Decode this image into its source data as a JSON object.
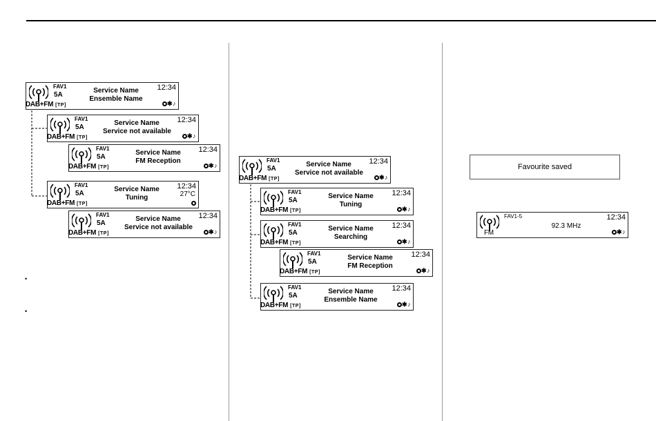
{
  "panels": {
    "p1": {
      "fav": "FAV1",
      "channel": "5A",
      "band": "DAB+FM",
      "tp": "TP",
      "line1": "Service Name",
      "line2": "Ensemble Name",
      "clock": "12:34",
      "icons": "●✱♪"
    },
    "p2": {
      "fav": "FAV1",
      "channel": "5A",
      "band": "DAB+FM",
      "tp": "TP",
      "line1": "Service Name",
      "line2": "Service not available",
      "clock": "12:34"
    },
    "p3": {
      "fav": "FAV1",
      "channel": "5A",
      "band": "DAB+FM",
      "tp": "TP",
      "line1": "Service Name",
      "line2": "FM Reception",
      "clock": "12:34"
    },
    "p4": {
      "fav": "FAV1",
      "channel": "5A",
      "band": "DAB+FM",
      "tp": "TP",
      "line1": "Service Name",
      "line2": "Tuning",
      "clock": "12:34",
      "temp": "27°C"
    },
    "p5": {
      "fav": "FAV1",
      "channel": "5A",
      "band": "DAB+FM",
      "tp": "TP",
      "line1": "Service Name",
      "line2": "Service not available",
      "clock": "12:34"
    },
    "m1": {
      "fav": "FAV1",
      "channel": "5A",
      "band": "DAB+FM",
      "tp": "TP",
      "line1": "Service Name",
      "line2": "Service not available",
      "clock": "12:34"
    },
    "m2": {
      "fav": "FAV1",
      "channel": "5A",
      "band": "DAB+FM",
      "tp": "TP",
      "line1": "Service Name",
      "line2": "Tuning",
      "clock": "12:34"
    },
    "m3": {
      "fav": "FAV1",
      "channel": "5A",
      "band": "DAB+FM",
      "tp": "TP",
      "line1": "Service Name",
      "line2": "Searching",
      "clock": "12:34"
    },
    "m4": {
      "fav": "FAV1",
      "channel": "5A",
      "band": "DAB+FM",
      "tp": "TP",
      "line1": "Service Name",
      "line2": "FM Reception",
      "clock": "12:34"
    },
    "m5": {
      "fav": "FAV1",
      "channel": "5A",
      "band": "DAB+FM",
      "tp": "TP",
      "line1": "Service Name",
      "line2": "Ensemble Name",
      "clock": "12:34"
    },
    "r1": {
      "fav": "FAV1-5",
      "band": "FM",
      "line1": "92.3 MHz",
      "clock": "12:34"
    }
  },
  "message": "Favourite saved",
  "bullets": [
    "•",
    "•"
  ],
  "icon_names": [
    "antenna-icon",
    "disc-icon",
    "bluetooth-icon",
    "music-note-icon"
  ]
}
